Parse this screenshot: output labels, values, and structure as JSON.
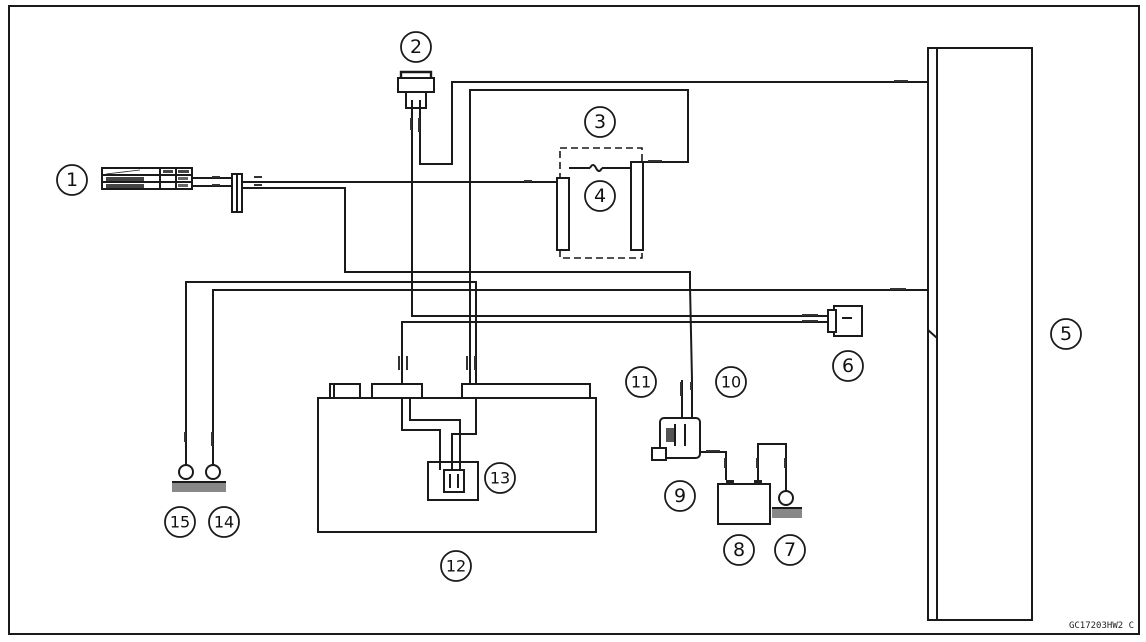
{
  "diagram": {
    "callouts": [
      {
        "id": "c1",
        "label": "1"
      },
      {
        "id": "c2",
        "label": "2"
      },
      {
        "id": "c3",
        "label": "3"
      },
      {
        "id": "c4",
        "label": "4"
      },
      {
        "id": "c5",
        "label": "5"
      },
      {
        "id": "c6",
        "label": "6"
      },
      {
        "id": "c7",
        "label": "7"
      },
      {
        "id": "c8",
        "label": "8"
      },
      {
        "id": "c9",
        "label": "9"
      },
      {
        "id": "c10",
        "label": "10"
      },
      {
        "id": "c11",
        "label": "11"
      },
      {
        "id": "c12",
        "label": "12"
      },
      {
        "id": "c13",
        "label": "13"
      },
      {
        "id": "c14",
        "label": "14"
      },
      {
        "id": "c15",
        "label": "15"
      }
    ],
    "reference_code": "GC17203HW2 C"
  }
}
